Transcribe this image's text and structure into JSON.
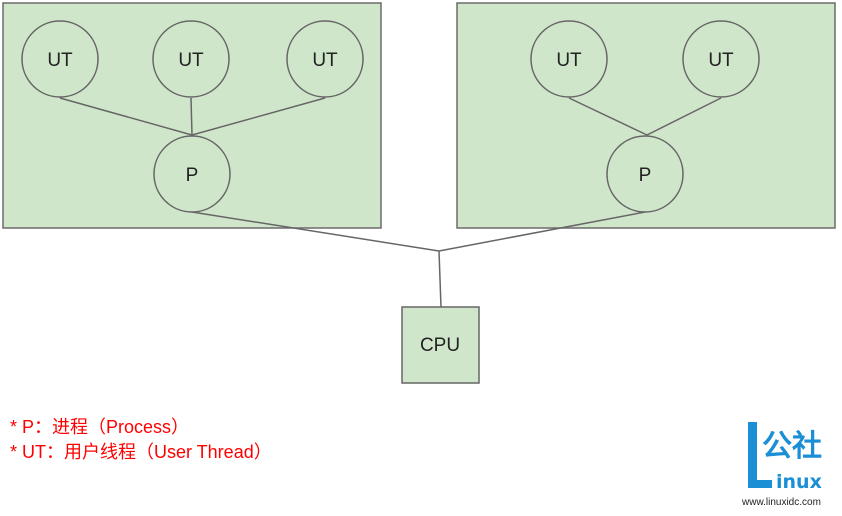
{
  "diagram": {
    "process_groups": [
      {
        "user_threads": [
          {
            "label": "UT"
          },
          {
            "label": "UT"
          },
          {
            "label": "UT"
          }
        ],
        "process": {
          "label": "P"
        }
      },
      {
        "user_threads": [
          {
            "label": "UT"
          },
          {
            "label": "UT"
          }
        ],
        "process": {
          "label": "P"
        }
      }
    ],
    "cpu": {
      "label": "CPU"
    }
  },
  "legend": {
    "items": [
      "* P：进程（Process）",
      "* UT：用户线程（User Thread）"
    ],
    "color": "#ff0000"
  },
  "watermark": {
    "logo_text": "公社",
    "logo_sub": "inux",
    "url": "www.linuxidc.com",
    "color": "#1a8fd6"
  },
  "colors": {
    "panel_fill": "#d0e6ca",
    "panel_stroke": "#6b6b6b",
    "node_fill": "#d0e6ca",
    "node_stroke": "#666666",
    "edge": "#666666"
  }
}
